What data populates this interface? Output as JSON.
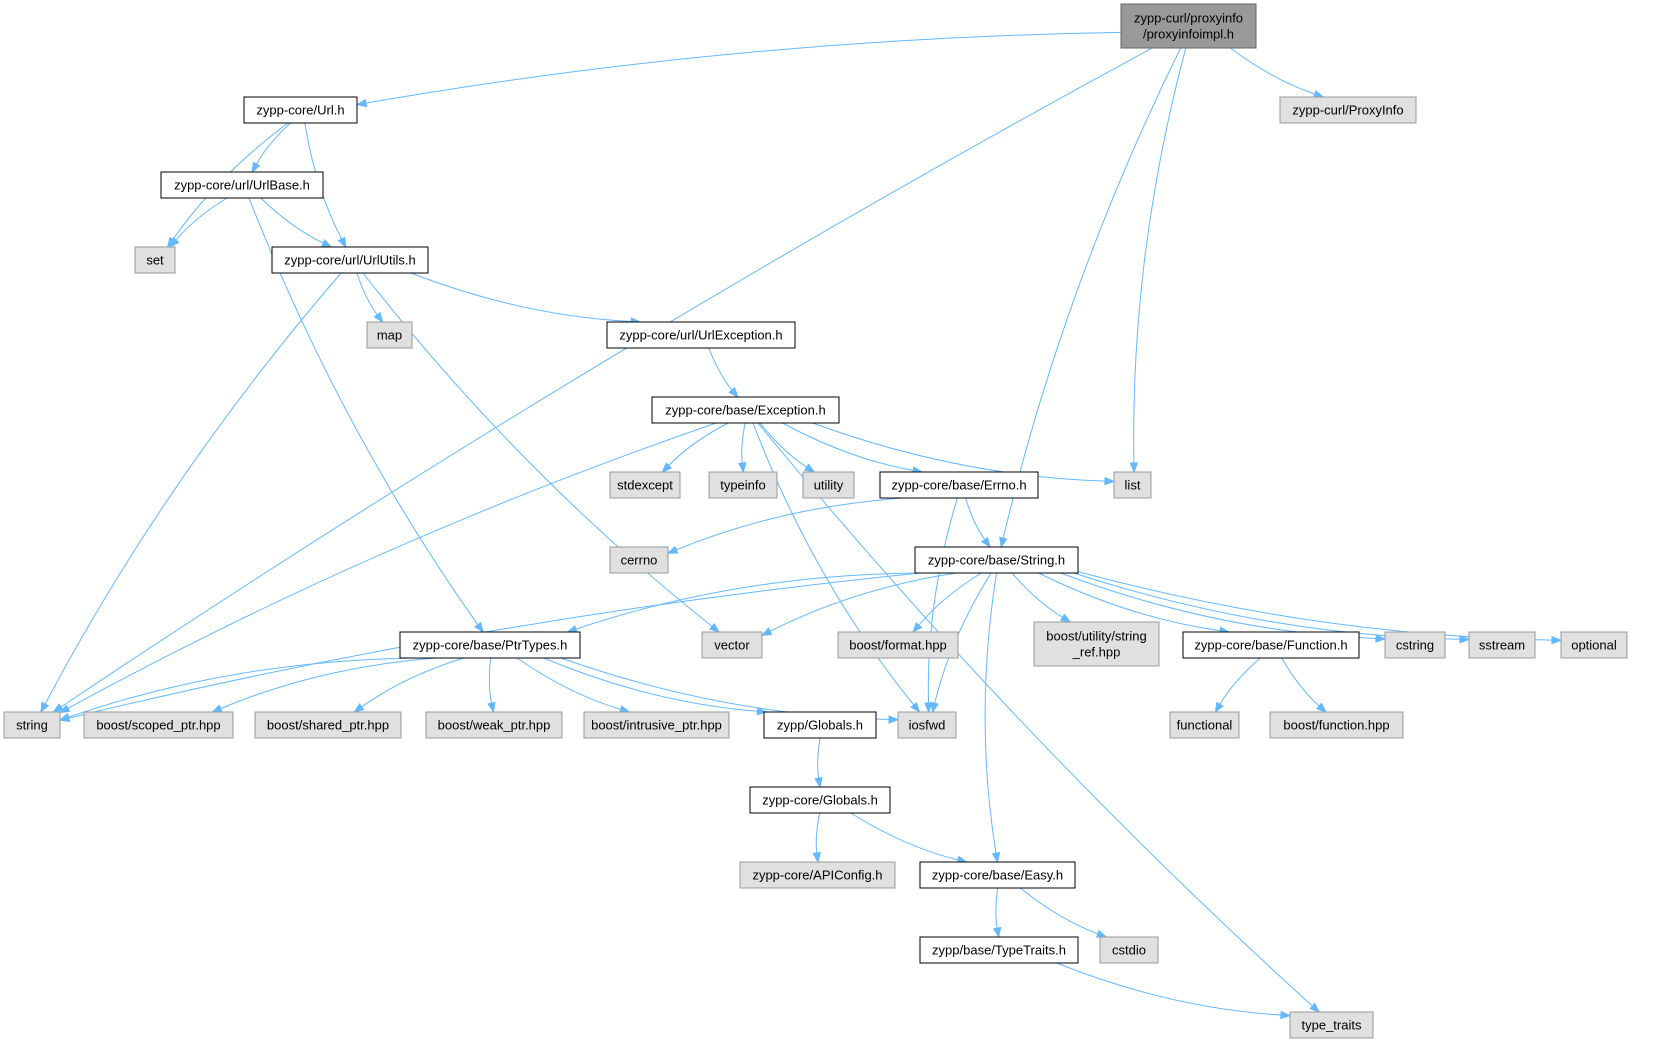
{
  "diagram": {
    "nodes": [
      {
        "id": "root",
        "kind": "root",
        "lines": [
          "zypp-curl/proxyinfo",
          "/proxyinfoimpl.h"
        ]
      },
      {
        "id": "url",
        "kind": "linked",
        "lines": [
          "zypp-core/Url.h"
        ]
      },
      {
        "id": "proxyinfo",
        "kind": "ext",
        "lines": [
          "zypp-curl/ProxyInfo"
        ]
      },
      {
        "id": "urlbase",
        "kind": "linked",
        "lines": [
          "zypp-core/url/UrlBase.h"
        ]
      },
      {
        "id": "set",
        "kind": "ext",
        "lines": [
          "set"
        ]
      },
      {
        "id": "urlutils",
        "kind": "linked",
        "lines": [
          "zypp-core/url/UrlUtils.h"
        ]
      },
      {
        "id": "map",
        "kind": "ext",
        "lines": [
          "map"
        ]
      },
      {
        "id": "urlexception",
        "kind": "linked",
        "lines": [
          "zypp-core/url/UrlException.h"
        ]
      },
      {
        "id": "exception",
        "kind": "linked",
        "lines": [
          "zypp-core/base/Exception.h"
        ]
      },
      {
        "id": "stdexcept",
        "kind": "ext",
        "lines": [
          "stdexcept"
        ]
      },
      {
        "id": "typeinfo",
        "kind": "ext",
        "lines": [
          "typeinfo"
        ]
      },
      {
        "id": "utility",
        "kind": "ext",
        "lines": [
          "utility"
        ]
      },
      {
        "id": "errno",
        "kind": "linked",
        "lines": [
          "zypp-core/base/Errno.h"
        ]
      },
      {
        "id": "list",
        "kind": "ext",
        "lines": [
          "list"
        ]
      },
      {
        "id": "cerrno",
        "kind": "ext",
        "lines": [
          "cerrno"
        ]
      },
      {
        "id": "string_h",
        "kind": "linked",
        "lines": [
          "zypp-core/base/String.h"
        ]
      },
      {
        "id": "ptrtypes",
        "kind": "linked",
        "lines": [
          "zypp-core/base/PtrTypes.h"
        ]
      },
      {
        "id": "vector",
        "kind": "ext",
        "lines": [
          "vector"
        ]
      },
      {
        "id": "boostformat",
        "kind": "ext",
        "lines": [
          "boost/format.hpp"
        ]
      },
      {
        "id": "stringref",
        "kind": "ext",
        "lines": [
          "boost/utility/string",
          "_ref.hpp"
        ]
      },
      {
        "id": "function_h",
        "kind": "linked",
        "lines": [
          "zypp-core/base/Function.h"
        ]
      },
      {
        "id": "cstring",
        "kind": "ext",
        "lines": [
          "cstring"
        ]
      },
      {
        "id": "sstream",
        "kind": "ext",
        "lines": [
          "sstream"
        ]
      },
      {
        "id": "optional",
        "kind": "ext",
        "lines": [
          "optional"
        ]
      },
      {
        "id": "string",
        "kind": "ext",
        "lines": [
          "string"
        ]
      },
      {
        "id": "scopedptr",
        "kind": "ext",
        "lines": [
          "boost/scoped_ptr.hpp"
        ]
      },
      {
        "id": "sharedptr",
        "kind": "ext",
        "lines": [
          "boost/shared_ptr.hpp"
        ]
      },
      {
        "id": "weakptr",
        "kind": "ext",
        "lines": [
          "boost/weak_ptr.hpp"
        ]
      },
      {
        "id": "intrusiveptr",
        "kind": "ext",
        "lines": [
          "boost/intrusive_ptr.hpp"
        ]
      },
      {
        "id": "globals",
        "kind": "linked",
        "lines": [
          "zypp/Globals.h"
        ]
      },
      {
        "id": "iosfwd",
        "kind": "ext",
        "lines": [
          "iosfwd"
        ]
      },
      {
        "id": "functional",
        "kind": "ext",
        "lines": [
          "functional"
        ]
      },
      {
        "id": "boostfunction",
        "kind": "ext",
        "lines": [
          "boost/function.hpp"
        ]
      },
      {
        "id": "coreglobals",
        "kind": "linked",
        "lines": [
          "zypp-core/Globals.h"
        ]
      },
      {
        "id": "apiconfig",
        "kind": "ext",
        "lines": [
          "zypp-core/APIConfig.h"
        ]
      },
      {
        "id": "easy",
        "kind": "linked",
        "lines": [
          "zypp-core/base/Easy.h"
        ]
      },
      {
        "id": "typetraits_h",
        "kind": "linked",
        "lines": [
          "zypp/base/TypeTraits.h"
        ]
      },
      {
        "id": "cstdio",
        "kind": "ext",
        "lines": [
          "cstdio"
        ]
      },
      {
        "id": "type_traits",
        "kind": "ext",
        "lines": [
          "type_traits"
        ]
      }
    ],
    "edges": [
      [
        "root",
        "url"
      ],
      [
        "root",
        "proxyinfo"
      ],
      [
        "root",
        "string"
      ],
      [
        "root",
        "list"
      ],
      [
        "root",
        "string_h"
      ],
      [
        "url",
        "urlbase"
      ],
      [
        "url",
        "set"
      ],
      [
        "url",
        "urlutils"
      ],
      [
        "urlbase",
        "set"
      ],
      [
        "urlbase",
        "urlutils"
      ],
      [
        "urlbase",
        "ptrtypes"
      ],
      [
        "urlutils",
        "map"
      ],
      [
        "urlutils",
        "urlexception"
      ],
      [
        "urlutils",
        "string"
      ],
      [
        "urlutils",
        "vector"
      ],
      [
        "urlexception",
        "exception"
      ],
      [
        "exception",
        "stdexcept"
      ],
      [
        "exception",
        "typeinfo"
      ],
      [
        "exception",
        "utility"
      ],
      [
        "exception",
        "errno"
      ],
      [
        "exception",
        "list"
      ],
      [
        "exception",
        "string"
      ],
      [
        "exception",
        "iosfwd"
      ],
      [
        "exception",
        "type_traits"
      ],
      [
        "errno",
        "cerrno"
      ],
      [
        "errno",
        "string_h"
      ],
      [
        "errno",
        "iosfwd"
      ],
      [
        "string_h",
        "string"
      ],
      [
        "string_h",
        "ptrtypes"
      ],
      [
        "string_h",
        "vector"
      ],
      [
        "string_h",
        "boostformat"
      ],
      [
        "string_h",
        "stringref"
      ],
      [
        "string_h",
        "function_h"
      ],
      [
        "string_h",
        "cstring"
      ],
      [
        "string_h",
        "sstream"
      ],
      [
        "string_h",
        "optional"
      ],
      [
        "string_h",
        "iosfwd"
      ],
      [
        "string_h",
        "easy"
      ],
      [
        "ptrtypes",
        "string"
      ],
      [
        "ptrtypes",
        "scopedptr"
      ],
      [
        "ptrtypes",
        "sharedptr"
      ],
      [
        "ptrtypes",
        "weakptr"
      ],
      [
        "ptrtypes",
        "intrusiveptr"
      ],
      [
        "ptrtypes",
        "globals"
      ],
      [
        "ptrtypes",
        "iosfwd"
      ],
      [
        "function_h",
        "functional"
      ],
      [
        "function_h",
        "boostfunction"
      ],
      [
        "globals",
        "coreglobals"
      ],
      [
        "coreglobals",
        "apiconfig"
      ],
      [
        "coreglobals",
        "easy"
      ],
      [
        "easy",
        "typetraits_h"
      ],
      [
        "easy",
        "cstdio"
      ],
      [
        "typetraits_h",
        "type_traits"
      ]
    ]
  }
}
